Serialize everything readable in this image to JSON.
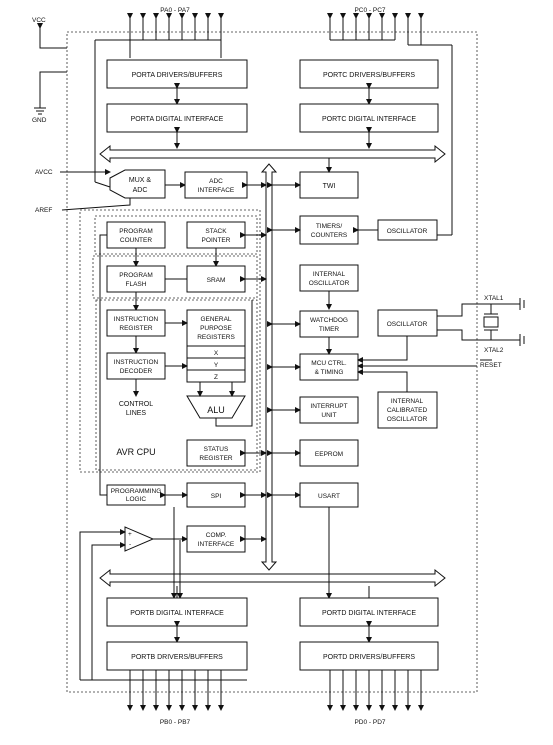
{
  "ports": {
    "pa": "PA0 - PA7",
    "pc": "PC0 - PC7",
    "pb": "PB0 - PB7",
    "pd": "PD0 - PD7"
  },
  "pins": {
    "vcc": "VCC",
    "gnd": "GND",
    "avcc": "AVCC",
    "aref": "AREF",
    "xtal1": "XTAL1",
    "xtal2": "XTAL2",
    "reset": "RESET"
  },
  "blocks": {
    "porta_drivers": "PORTA DRIVERS/BUFFERS",
    "porta_digital": "PORTA DIGITAL INTERFACE",
    "portc_drivers": "PORTC DRIVERS/BUFFERS",
    "portc_digital": "PORTC DIGITAL INTERFACE",
    "mux_adc": [
      "MUX &",
      "ADC"
    ],
    "adc_interface": [
      "ADC",
      "INTERFACE"
    ],
    "twi": "TWI",
    "program_counter": [
      "PROGRAM",
      "COUNTER"
    ],
    "stack_pointer": [
      "STACK",
      "POINTER"
    ],
    "timers_counters": [
      "TIMERS/",
      "COUNTERS"
    ],
    "oscillator_top": "OSCILLATOR",
    "program_flash": [
      "PROGRAM",
      "FLASH"
    ],
    "sram": "SRAM",
    "internal_oscillator": [
      "INTERNAL",
      "OSCILLATOR"
    ],
    "instruction_register": [
      "INSTRUCTION",
      "REGISTER"
    ],
    "gp_registers": [
      "GENERAL",
      "PURPOSE",
      "REGISTERS"
    ],
    "reg_x": "X",
    "reg_y": "Y",
    "reg_z": "Z",
    "watchdog_timer": [
      "WATCHDOG",
      "TIMER"
    ],
    "oscillator_right": "OSCILLATOR",
    "instruction_decoder": [
      "INSTRUCTION",
      "DECODER"
    ],
    "mcu_ctrl": [
      "MCU CTRL.",
      "& TIMING"
    ],
    "control_lines": [
      "CONTROL",
      "LINES"
    ],
    "alu": "ALU",
    "interrupt_unit": [
      "INTERRUPT",
      "UNIT"
    ],
    "internal_calibrated_oscillator": [
      "INTERNAL",
      "CALIBRATED",
      "OSCILLATOR"
    ],
    "avr_cpu": "AVR CPU",
    "status_register": [
      "STATUS",
      "REGISTER"
    ],
    "eeprom": "EEPROM",
    "programming_logic": [
      "PROGRAMMING",
      "LOGIC"
    ],
    "spi": "SPI",
    "usart": "USART",
    "comp_interface": [
      "COMP.",
      "INTERFACE"
    ],
    "comparator_plus": "+",
    "comparator_minus": "-",
    "portb_digital": "PORTB DIGITAL INTERFACE",
    "portb_drivers": "PORTB DRIVERS/BUFFERS",
    "portd_digital": "PORTD DIGITAL INTERFACE",
    "portd_drivers": "PORTD DRIVERS/BUFFERS"
  }
}
